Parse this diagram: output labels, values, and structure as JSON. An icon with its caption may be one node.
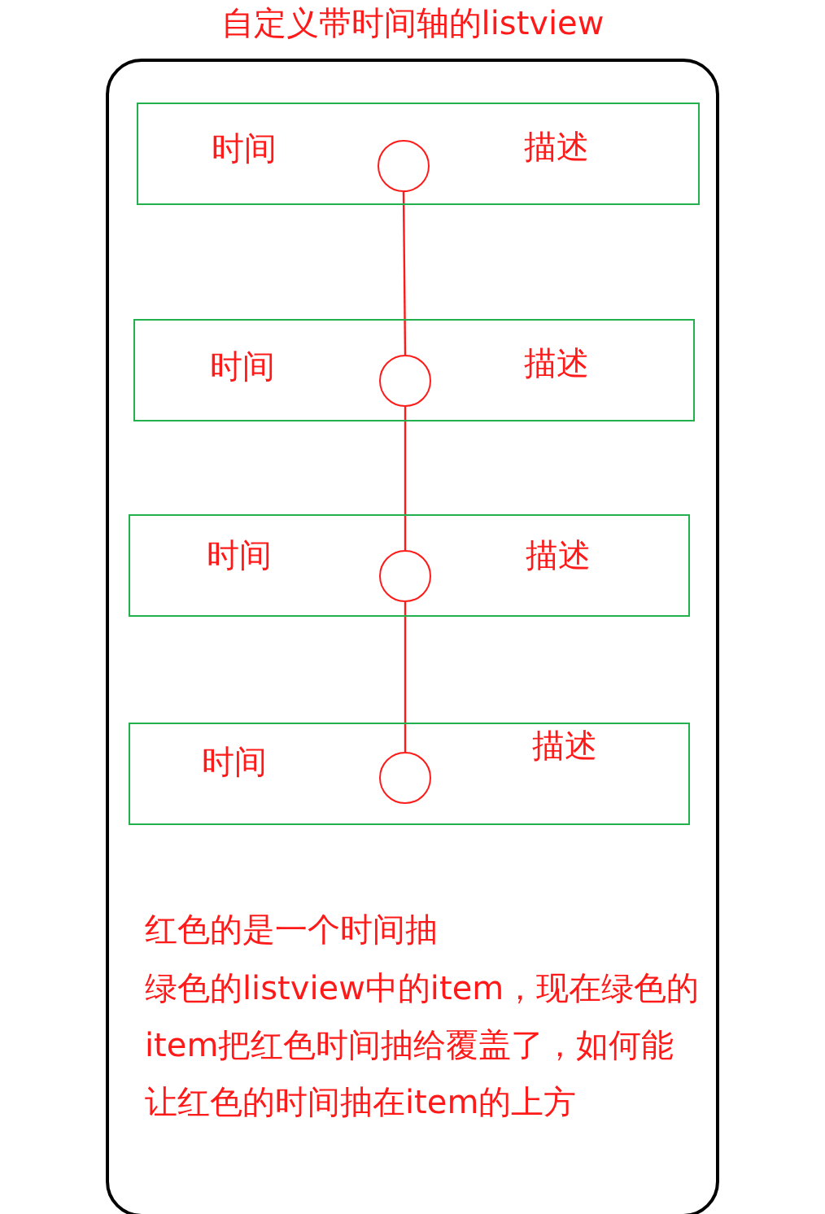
{
  "diagram": {
    "title": "自定义带时间轴的listview",
    "nodes": [
      {
        "text": [],
        "shape": "box"
      },
      {
        "text": [
          "时间",
          "描述"
        ],
        "in": 0
      },
      {
        "text": [],
        "shape": "circle",
        "in": 1
      },
      {
        "text": [
          "时间",
          "描述"
        ],
        "in": 0
      },
      {
        "text": [],
        "shape": "circle",
        "in": 3
      },
      {
        "text": [
          "时间",
          "描述"
        ],
        "in": 0
      },
      {
        "text": [],
        "shape": "circle",
        "in": 5
      },
      {
        "text": [
          "时间",
          "描述"
        ],
        "in": 0
      },
      {
        "text": [],
        "shape": "circle",
        "in": 7
      }
    ],
    "edges": [
      {
        "from": 2,
        "to": 4,
        "arrow": "none"
      },
      {
        "from": 4,
        "to": 6,
        "arrow": "none"
      },
      {
        "from": 6,
        "to": 8,
        "arrow": "none"
      }
    ],
    "labels": [
      "红色的是一个时间抽",
      "绿色的listview中的item，现在绿色的item把红色时间抽给覆盖了，如何能让红色的时间抽在item的上方"
    ]
  }
}
